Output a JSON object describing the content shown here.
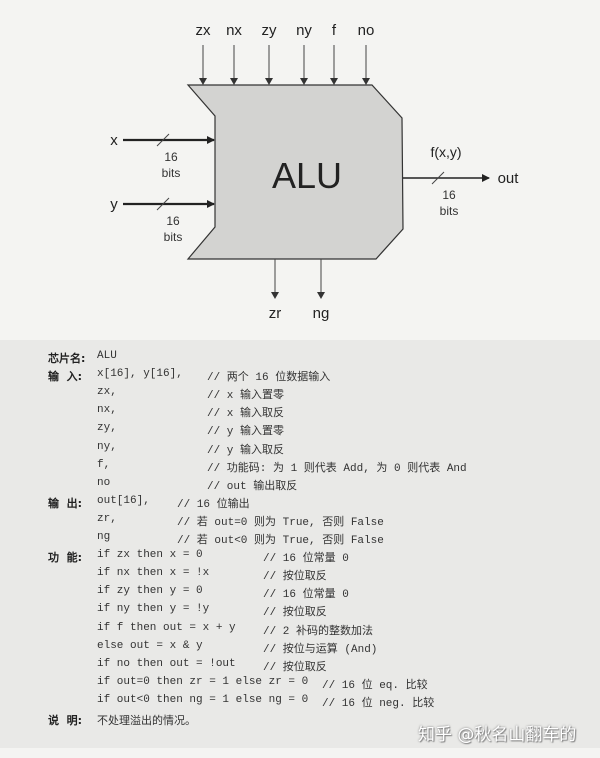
{
  "diagram": {
    "block_label": "ALU",
    "control_inputs": [
      "zx",
      "nx",
      "zy",
      "ny",
      "f",
      "no"
    ],
    "data_inputs": [
      {
        "name": "x",
        "width": "16",
        "unit": "bits"
      },
      {
        "name": "y",
        "width": "16",
        "unit": "bits"
      }
    ],
    "output": {
      "name": "out",
      "function": "f(x,y)",
      "width": "16",
      "unit": "bits"
    },
    "status_outputs": [
      "zr",
      "ng"
    ],
    "fill_color": "#d3d3d1"
  },
  "spec": {
    "groups": [
      {
        "lines": [
          {
            "label": "芯片名:",
            "code": "ALU",
            "comment": ""
          }
        ]
      },
      {
        "lines": [
          {
            "label": "输  入:",
            "code": "x[16], y[16],",
            "comment": "// 两个 16 位数据输入"
          },
          {
            "label": "",
            "code": "zx,",
            "comment": "// x 输入置零"
          },
          {
            "label": "",
            "code": "nx,",
            "comment": "// x 输入取反"
          },
          {
            "label": "",
            "code": "zy,",
            "comment": "// y 输入置零"
          },
          {
            "label": "",
            "code": "ny,",
            "comment": "// y 输入取反"
          },
          {
            "label": "",
            "code": "f,",
            "comment": "// 功能码: 为 1 则代表 Add, 为 0 则代表 And"
          },
          {
            "label": "",
            "code": "no",
            "comment": "// out 输出取反"
          }
        ]
      },
      {
        "lines": [
          {
            "label": "输  出:",
            "code": "out[16],",
            "comment": "// 16 位输出"
          },
          {
            "label": "",
            "code": "zr,",
            "comment": "// 若 out=0 则为 True, 否则 False"
          },
          {
            "label": "",
            "code": "ng",
            "comment": "// 若 out<0 则为 True, 否则 False"
          }
        ]
      },
      {
        "lines": [
          {
            "label": "功  能:",
            "code": "if zx then x = 0",
            "comment": "// 16 位常量 0"
          },
          {
            "label": "",
            "code": "if nx then x = !x",
            "comment": "// 按位取反"
          },
          {
            "label": "",
            "code": "if zy then y = 0",
            "comment": "// 16 位常量 0"
          },
          {
            "label": "",
            "code": "if ny then y = !y",
            "comment": "// 按位取反"
          },
          {
            "label": "",
            "code": "if f then out = x + y",
            "comment": "// 2 补码的整数加法"
          },
          {
            "label": "",
            "code": "else out = x & y",
            "comment": "// 按位与运算 (And)"
          },
          {
            "label": "",
            "code": "if no then out = !out",
            "comment": "// 按位取反"
          }
        ]
      },
      {
        "lines": [
          {
            "label": "",
            "code": "if out=0 then zr = 1 else zr = 0",
            "comment": "// 16 位 eq. 比较"
          },
          {
            "label": "",
            "code": "if out<0 then ng = 1 else ng = 0",
            "comment": "// 16 位 neg. 比较"
          }
        ]
      },
      {
        "lines": [
          {
            "label": "说  明:",
            "code": "",
            "comment": "",
            "note": "不处理溢出的情况。"
          }
        ]
      }
    ]
  },
  "watermark": "知乎 @秋名山翻车的"
}
